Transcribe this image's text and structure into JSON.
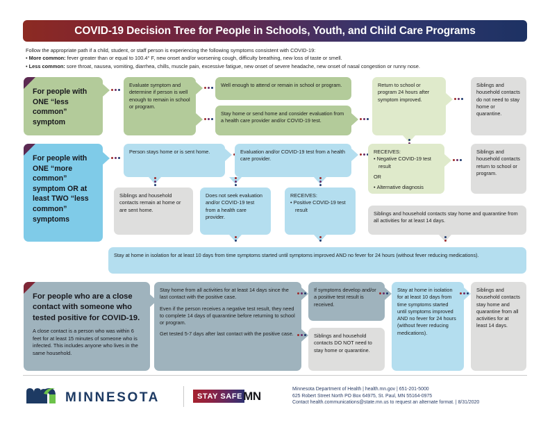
{
  "header": {
    "title": "COVID-19 Decision Tree for People in Schools, Youth, and Child Care Programs",
    "gradient_start": "#8c2a22",
    "gradient_end": "#1d3263"
  },
  "intro": {
    "lead": "Follow the appropriate path if a child, student, or staff person is experiencing the following symptoms consistent with COVID-19:",
    "more_common_label": "More common:",
    "more_common_text": " fever greater than or equal to 100.4° F, new onset and/or worsening cough, difficulty breathing, new loss of taste or smell.",
    "less_common_label": "Less common:",
    "less_common_text": " sore throat, nausea, vomiting, diarrhea, chills, muscle pain, excessive fatigue, new onset of severe headache, new onset of nasal congestion or runny nose.",
    "bullet": "•"
  },
  "row1": {
    "header": "For people with ONE “less common” symptom",
    "evaluate": "Evaluate symptom and determine if person is well enough to remain in school or program.",
    "well_enough": "Well enough to attend or remain in school or program.",
    "stay_home": "Stay home or send home and consider evaluation from a health care provider and/or COVID-19 test.",
    "return_school": "Return to school or program 24 hours after symptom improved.",
    "siblings_no_need": "Siblings and household contacts do not need to stay home or quarantine."
  },
  "row2": {
    "header": "For people with ONE “more common” symptom OR at least TWO “less common” symptoms",
    "person_stays_home": "Person stays home or is sent home.",
    "siblings_remain": "Siblings and household contacts remain at home or are sent home.",
    "evaluation_test": "Evaluation and/or COVID-19 test from a health care provider.",
    "does_not_seek": "Does not seek evaluation and/or COVID-19 test from a health care provider.",
    "receives_label": "RECEIVES:",
    "receives_negative": "Negative COVID-19 test result",
    "or_label": "OR",
    "alternative_diagnosis": "Alternative diagnosis",
    "siblings_return": "Siblings and household contacts return to school or program.",
    "receives_positive": "Positive COVID-19 test result",
    "siblings_quarantine": "Siblings and household contacts stay home and quarantine from all activities for at least 14 days."
  },
  "isolation_bar": {
    "text": "Stay at home in isolation for at least 10 days from time symptoms started until symptoms improved AND no fever for 24 hours (without fever reducing medications)."
  },
  "row3": {
    "header": "For people who are a close contact with someone who tested positive for COVID-19.",
    "header_sub": "A close contact is a person who was within 6 feet for at least 15 minutes of someone who is infected. This includes anyone who lives in the same household.",
    "stay_home_14": "Stay home from all activities for at least 14 days since the last contact with the positive case.",
    "even_if_negative": "Even if the person receives a negative test result, they need to complete 14 days of quarantine before returning to school or program.",
    "get_tested": "Get tested 5-7 days after last contact with the positive case.",
    "if_symptoms": "If symptoms develop and/or a positive test result is received.",
    "siblings_do_not_need": "Siblings and household contacts DO NOT need to stay home or quarantine.",
    "isolation": "Stay at home in isolation for at least 10 days from time symptoms started until symptoms improved AND no fever for 24 hours (without fever reducing medications).",
    "siblings_quarantine": "Siblings and household contacts stay home and quarantine from all activities for at least 14 days."
  },
  "footer": {
    "mn_wordmark": "MINNESOTA",
    "staysafe_text": "STAY SAFE",
    "staysafe_mn": "MN",
    "contact_line1": "Minnesota Department of Health | health.mn.gov | 651-201-5000",
    "contact_line2": "625 Robert Street North PO Box 64975, St. Paul, MN 55164-0975",
    "contact_line3": "Contact health.communications@state.mn.us to request an alternate format. | 8/31/2020"
  },
  "colors": {
    "green": "#b3cb9a",
    "light_green": "#dfeacb",
    "blue": "#b4deef",
    "blue_header": "#7fcbe8",
    "steel": "#9fb3bd",
    "gray": "#dededd",
    "dot_red": "#9e2b2b",
    "dot_purple": "#6a2a66",
    "dot_blue": "#1f3a6e"
  }
}
